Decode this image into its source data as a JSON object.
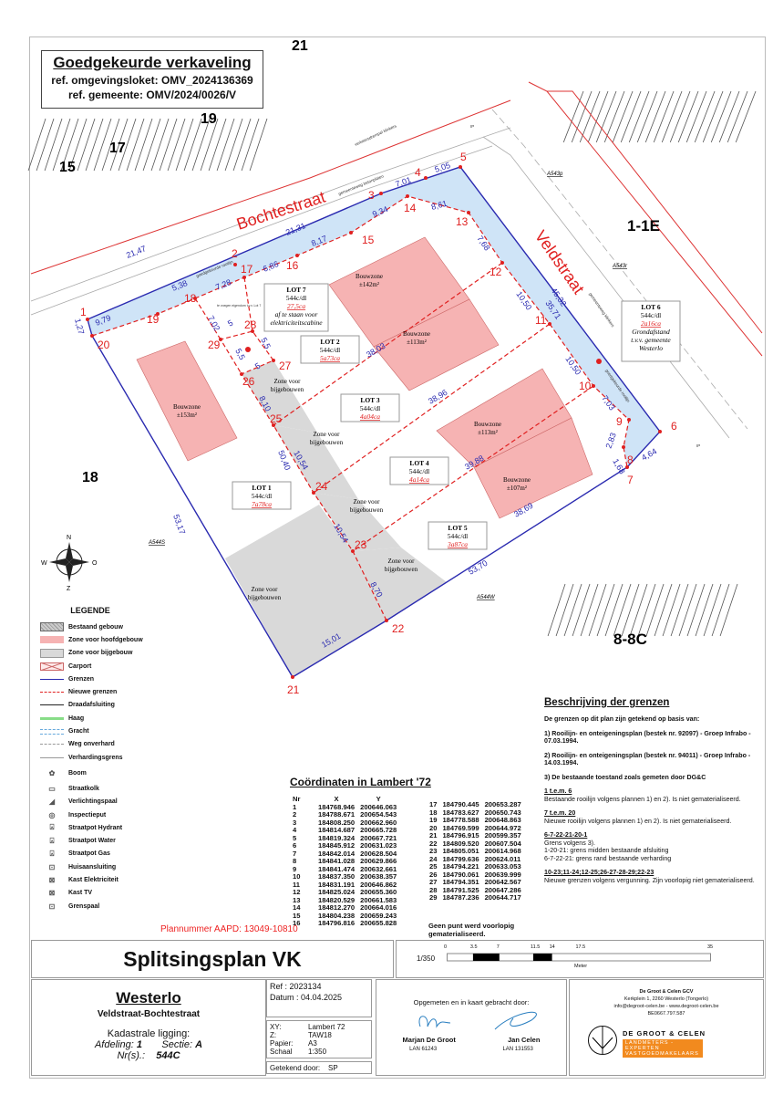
{
  "header": {
    "title": "Goedgekeurde verkaveling",
    "ref_loket": "ref. omgevingsloket: OMV_2024136369",
    "ref_gemeente": "ref. gemeente: OMV/2024/0026/V"
  },
  "streets": {
    "bochtestraat": "Bochtestraat",
    "veldstraat": "Veldstraat"
  },
  "neighbours": [
    "21",
    "19",
    "17",
    "15",
    "18",
    "1-1E",
    "8-8C"
  ],
  "parcel_refs": [
    "A543p",
    "A543r",
    "A544S",
    "A544W"
  ],
  "annotations": [
    "gemeenteweg betonplaten",
    "verkeersdrempel klinkers",
    "gemeenteweg klinkers",
    "goedgekeurde rooilijn",
    "goedgekeurde rooilijn",
    "IP",
    "IP",
    "te voegen eigendom t.v.v. Lot 7"
  ],
  "lots": [
    {
      "name": "LOT 1",
      "area": "544c/dl",
      "size": "7a78ca"
    },
    {
      "name": "LOT 2",
      "area": "544c/dl",
      "size": "5a73ca"
    },
    {
      "name": "LOT 3",
      "area": "544c/dl",
      "size": "4a04ca"
    },
    {
      "name": "LOT 4",
      "area": "544c/dl",
      "size": "4a14ca"
    },
    {
      "name": "LOT 5",
      "area": "544c/dl",
      "size": "3a87ca"
    },
    {
      "name": "LOT 6",
      "area": "544c/dl",
      "size": "2a16ca",
      "note": "Grondafstand t.v.v. gemeente Westerlo"
    },
    {
      "name": "LOT 7",
      "area": "544c/dl",
      "size": "27,5ca",
      "note": "af te staan voor elektriciteitscabine"
    }
  ],
  "zones": {
    "bouw": [
      "Bouwzone",
      "±153m²",
      "±142m²",
      "±113m²",
      "±113m²",
      "±107m²"
    ],
    "bijgebouw": "Zone voor bijgebouwen"
  },
  "points": [
    "1",
    "2",
    "3",
    "4",
    "5",
    "6",
    "7",
    "8",
    "9",
    "10",
    "11",
    "12",
    "13",
    "14",
    "15",
    "16",
    "17",
    "18",
    "19",
    "20",
    "21",
    "22",
    "23",
    "24",
    "25",
    "26",
    "27",
    "28",
    "29"
  ],
  "dimensions": [
    "21,47",
    "21,31",
    "7,01",
    "5,05",
    "9,79",
    "5,38",
    "7,28",
    "6,86",
    "8,17",
    "9,34",
    "8,61",
    "7,68",
    "10,50",
    "45,32",
    "35,71",
    "10,50",
    "7,03",
    "2,83",
    "1,68",
    "4,64",
    "1,27",
    "53,17",
    "50,40",
    "10,54",
    "10,54",
    "8,70",
    "15,01",
    "53,70",
    "38,69",
    "38,03",
    "38,96",
    "39,88",
    "8,10",
    "7,02",
    "5,5",
    "5,5",
    "5",
    "5"
  ],
  "compass": [
    "N",
    "O",
    "Z",
    "W"
  ],
  "legend": {
    "title": "LEGENDE",
    "items": [
      "Bestaand gebouw",
      "Zone voor hoofdgebouw",
      "Zone voor bijgebouw",
      "Carport",
      "Grenzen",
      "Nieuwe grenzen",
      "Draadafsluiting",
      "Haag",
      "Gracht",
      "Weg onverhard",
      "Verhardingsgrens",
      "Boom",
      "Straatkolk",
      "Verlichtingspaal",
      "Inspectieput",
      "Straatpot Hydrant",
      "Straatpot Water",
      "Straatpot Gas",
      "Huisaansluiting",
      "Kast Elektriciteit",
      "Kast TV",
      "Grenspaal"
    ]
  },
  "colors": {
    "boundary": "#2a2ab0",
    "new_boundary": "#e02020",
    "bouwzone": "#f6b3b3",
    "bijgebouw": "#d9d9d9",
    "lot6": "#cfe4f7"
  },
  "coordinates": {
    "title": "Coördinaten in Lambert '72",
    "headers": [
      "Nr",
      "X",
      "Y"
    ],
    "rows": [
      [
        "1",
        "184768.946",
        "200646.063"
      ],
      [
        "2",
        "184788.671",
        "200654.543"
      ],
      [
        "3",
        "184808.250",
        "200662.960"
      ],
      [
        "4",
        "184814.687",
        "200665.728"
      ],
      [
        "5",
        "184819.324",
        "200667.721"
      ],
      [
        "6",
        "184845.912",
        "200631.023"
      ],
      [
        "7",
        "184842.014",
        "200628.504"
      ],
      [
        "8",
        "184841.028",
        "200629.866"
      ],
      [
        "9",
        "184841.474",
        "200632.661"
      ],
      [
        "10",
        "184837.350",
        "200638.357"
      ],
      [
        "11",
        "184831.191",
        "200646.862"
      ],
      [
        "12",
        "184825.024",
        "200655.360"
      ],
      [
        "13",
        "184820.529",
        "200661.583"
      ],
      [
        "14",
        "184812.270",
        "200664.016"
      ],
      [
        "15",
        "184804.238",
        "200659.243"
      ],
      [
        "16",
        "184796.816",
        "200655.828"
      ],
      [
        "17",
        "184790.445",
        "200653.287"
      ],
      [
        "18",
        "184783.627",
        "200650.743"
      ],
      [
        "19",
        "184778.588",
        "200648.863"
      ],
      [
        "20",
        "184769.599",
        "200644.972"
      ],
      [
        "21",
        "184796.915",
        "200599.357"
      ],
      [
        "22",
        "184809.520",
        "200607.504"
      ],
      [
        "23",
        "184805.051",
        "200614.968"
      ],
      [
        "24",
        "184799.636",
        "200624.011"
      ],
      [
        "25",
        "184794.221",
        "200633.053"
      ],
      [
        "26",
        "184790.061",
        "200639.999"
      ],
      [
        "27",
        "184794.351",
        "200642.567"
      ],
      [
        "28",
        "184791.525",
        "200647.286"
      ],
      [
        "29",
        "184787.236",
        "200644.717"
      ]
    ],
    "note": "Geen punt werd voorlopig gematerialiseerd."
  },
  "description": {
    "title": "Beschrijving der grenzen",
    "intro": "De grenzen op dit plan zijn getekend op basis van:",
    "sources": [
      "1) Rooilijn- en onteigeningsplan (bestek nr. 92097) - Groep Infrabo - 07.03.1994.",
      "2) Rooilijn- en onteigeningsplan (bestek nr. 94011) - Groep Infrabo - 14.03.1994.",
      "3) De bestaande toestand zoals gemeten door DG&C"
    ],
    "sections": [
      {
        "h": "1 t.e.m. 6",
        "t": "Bestaande rooilijn volgens plannen 1) en 2). Is niet gematerialiseerd."
      },
      {
        "h": "7 t.e.m. 20",
        "t": "Nieuwe rooilijn volgens plannen 1) en 2). Is niet gematerialiseerd."
      },
      {
        "h": "6-7-22-21-20-1",
        "t": "Grens volgens 3).",
        "t2": "1-20-21: grens midden bestaande afsluiting",
        "t3": "6-7-22-21: grens rand bestaande verharding"
      },
      {
        "h": "10-23;11-24;12-25;26-27-28-29;22-23",
        "t": "Nieuwe grenzen volgens vergunning. Zijn voorlopig niet gematerialiseerd."
      }
    ]
  },
  "plan_number": "Plannummer AAPD: 13049-10810",
  "titleblock": {
    "title": "Splitsingsplan VK",
    "scale_label": "1/350",
    "scale_ticks": [
      "0",
      "3.5",
      "7",
      "11.5",
      "14",
      "17.5",
      "35"
    ],
    "scale_unit": "Meter",
    "municipality": "Westerlo",
    "street": "Veldstraat-Bochtestraat",
    "kadaster": "Kadastrale ligging:",
    "afdeling_label": "Afdeling:",
    "afdeling": "1",
    "sectie_label": "Sectie:",
    "sectie": "A",
    "nrs_label": "Nr(s).:",
    "nrs": "544C",
    "ref": "Ref : 2023134",
    "datum": "Datum : 04.04.2025",
    "meta": [
      [
        "XY:",
        "Lambert 72"
      ],
      [
        "Z:",
        "TAW18"
      ],
      [
        "Papier:",
        "A3"
      ],
      [
        "Schaal",
        "1:350"
      ]
    ],
    "getekend_label": "Getekend door:",
    "getekend": "SP",
    "measured_by": "Opgemeten en in kaart gebracht door:",
    "surveyors": [
      {
        "name": "Marjan De Groot",
        "lan": "LAN 61243"
      },
      {
        "name": "Jan Celen",
        "lan": "LAN 131553"
      }
    ],
    "company": {
      "name": "De Groot & Celen GCV",
      "address": "Kerkplein 1, 2260 Westerlo (Tongerlo)",
      "contact": "info@degroot-celen.be - www.degroot-celen.be",
      "vat": "BE0667.797.587",
      "logo_line1": "DE GROOT & CELEN",
      "logo_line2": "LANDMETERS - EXPERTEN",
      "logo_line3": "VASTGOEDMAKELAARS"
    }
  }
}
